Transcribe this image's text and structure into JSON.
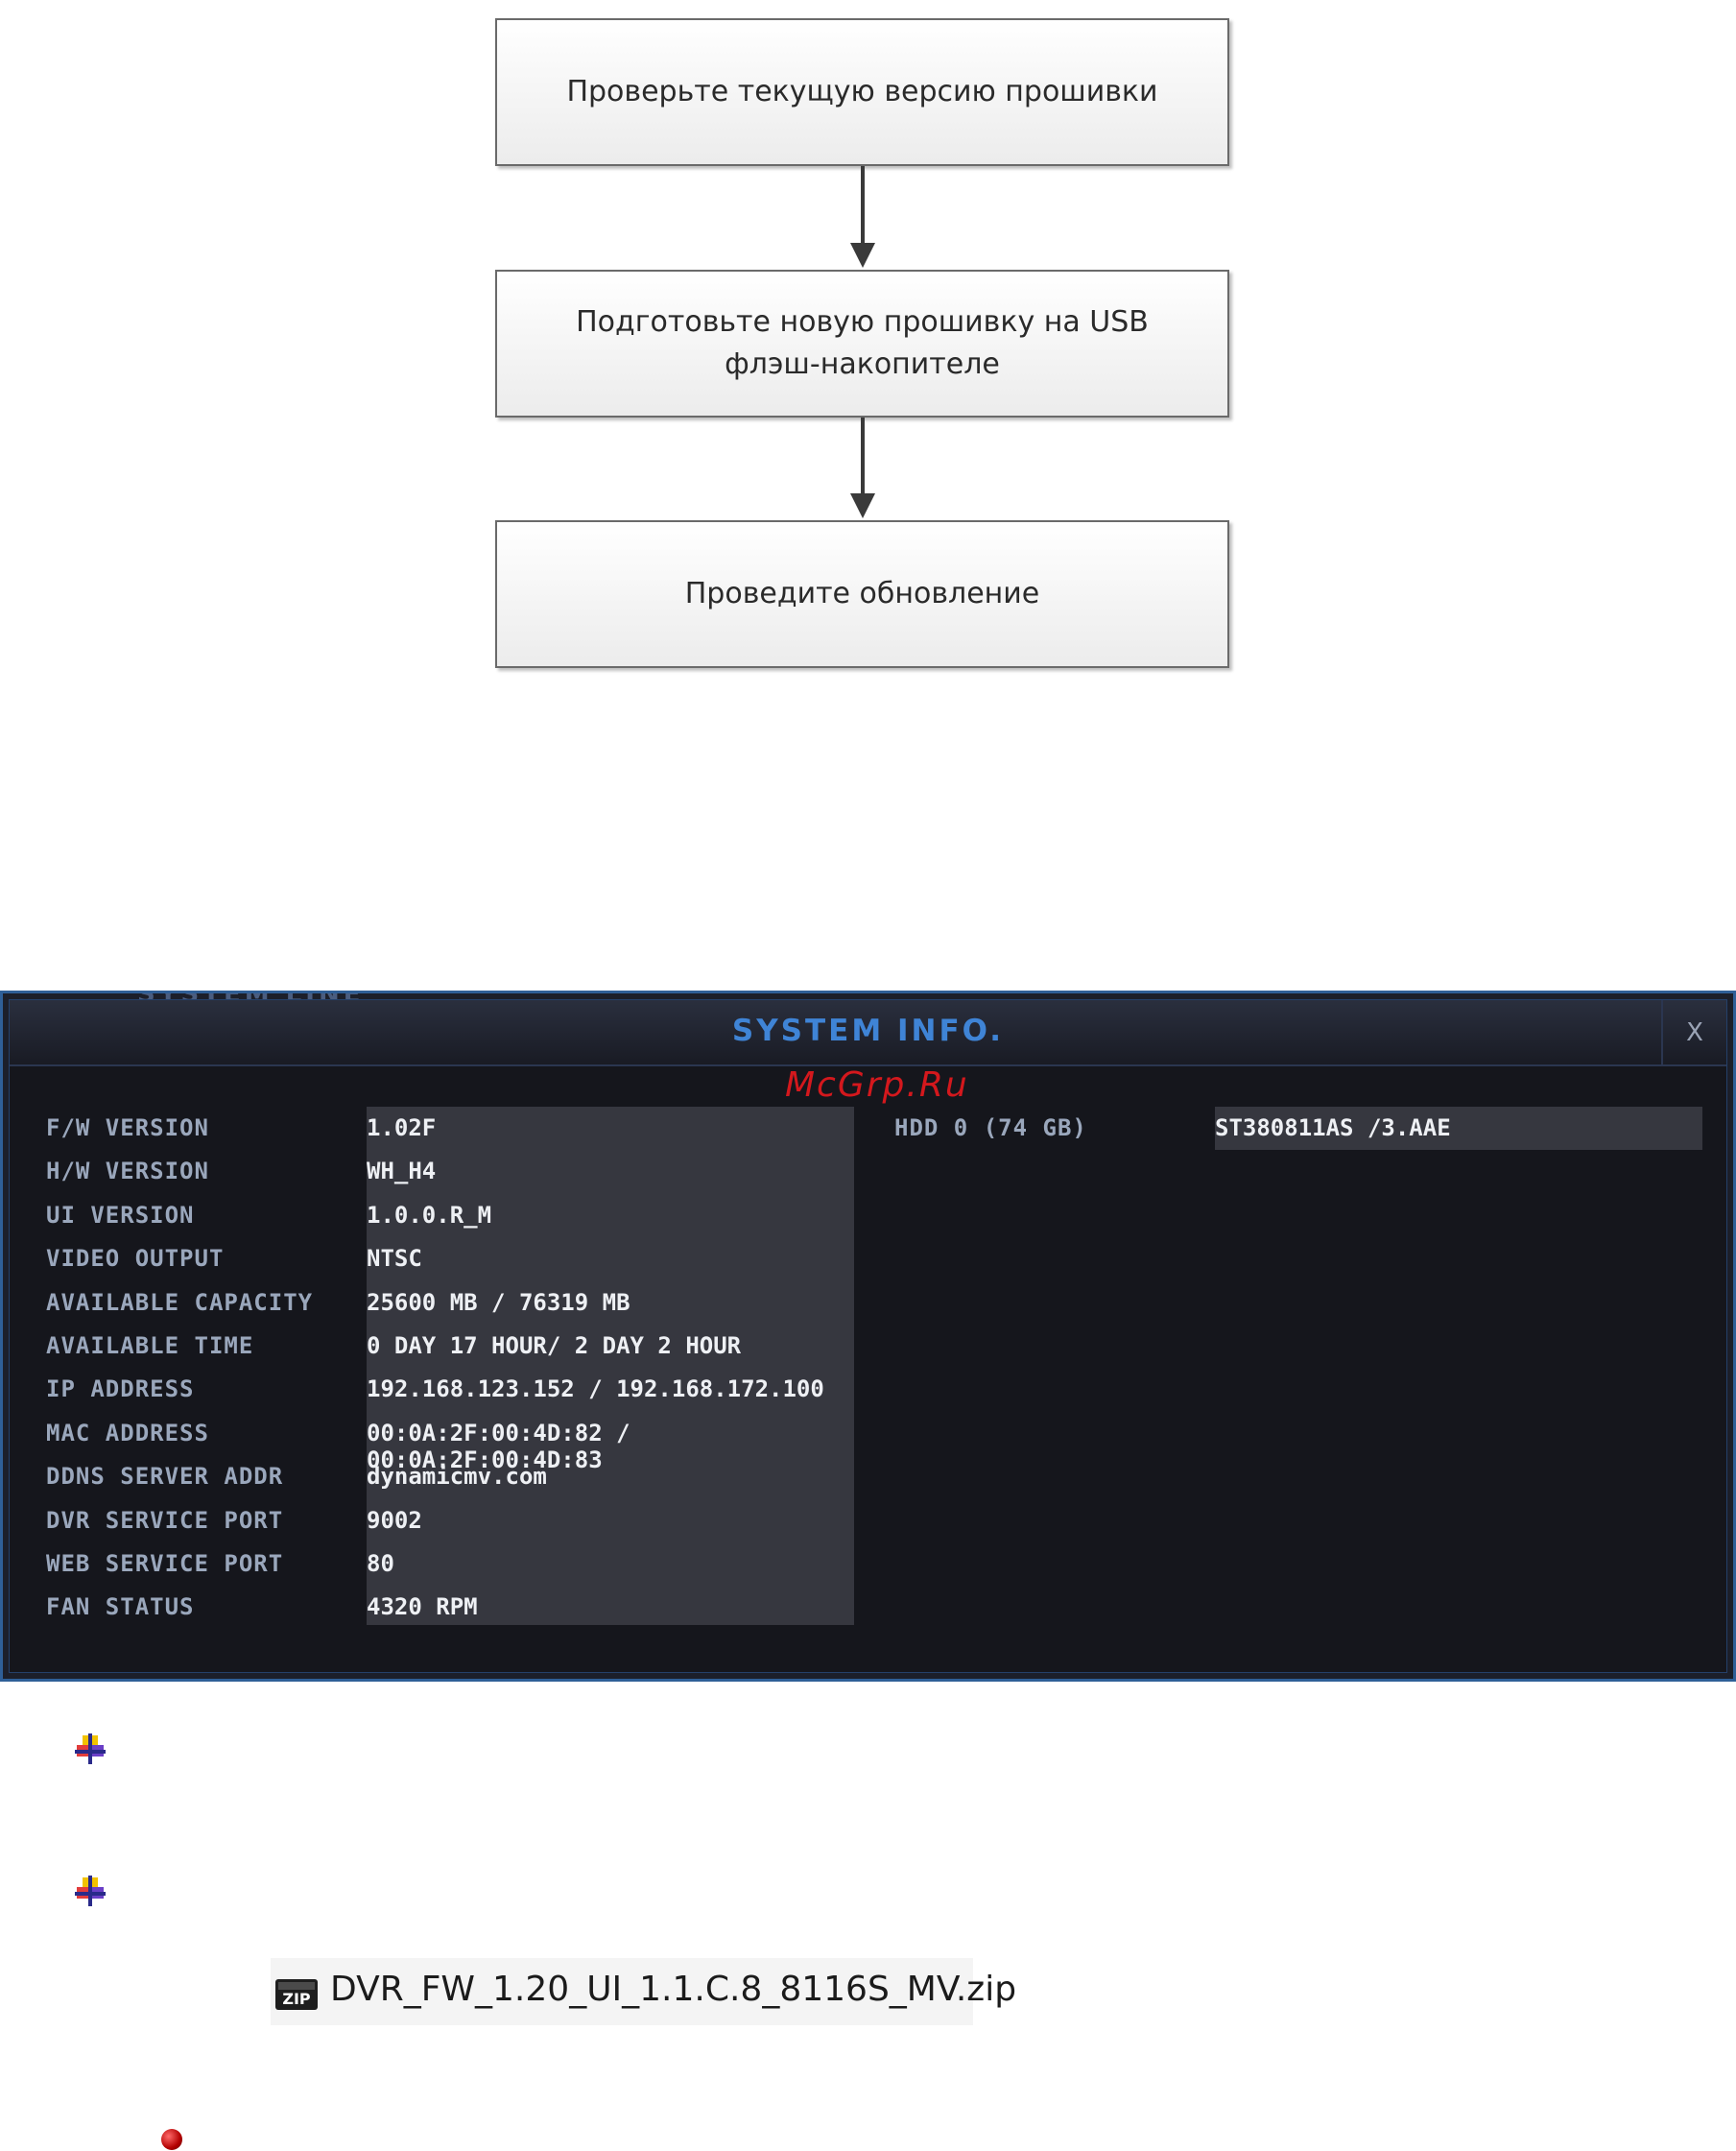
{
  "flowchart": {
    "steps": [
      "Проверьте текущую версию прошивки",
      "Подготовьте новую прошивку на USB флэш-накопителе",
      "Проведите обновление"
    ]
  },
  "system_info": {
    "background_text": "SYSTEM LINE",
    "title": "SYSTEM INFO.",
    "close_label": "X",
    "watermark": "McGrp.Ru",
    "rows": [
      {
        "label": "F/W VERSION",
        "value": "1.02F"
      },
      {
        "label": "H/W VERSION",
        "value": "WH_H4"
      },
      {
        "label": "UI VERSION",
        "value": "1.0.0.R_M"
      },
      {
        "label": "VIDEO OUTPUT",
        "value": "NTSC"
      },
      {
        "label": "AVAILABLE CAPACITY",
        "value": "25600 MB / 76319 MB"
      },
      {
        "label": "AVAILABLE TIME",
        "value": "0 DAY 17 HOUR/ 2 DAY 2 HOUR"
      },
      {
        "label": "IP ADDRESS",
        "value": "192.168.123.152 / 192.168.172.100"
      },
      {
        "label": "MAC ADDRESS",
        "value": "00:0A:2F:00:4D:82 / 00:0A:2F:00:4D:83"
      },
      {
        "label": "DDNS SERVER ADDR",
        "value": "dynamicmv.com"
      },
      {
        "label": "DVR SERVICE PORT",
        "value": "9002"
      },
      {
        "label": "WEB SERVICE PORT",
        "value": "80"
      },
      {
        "label": "FAN STATUS",
        "value": "4320 RPM"
      }
    ],
    "hdd": {
      "label": "HDD 0 (74 GB)",
      "value": "ST380811AS /3.AAE"
    }
  },
  "files": {
    "zip_icon_text": "ZIP",
    "zip_name": "DVR_FW_1.20_UI_1.1.C.8_8116S_MV.zip"
  },
  "colors": {
    "panel_border": "#2f5f97",
    "title": "#3f84d6",
    "watermark": "#d4181d"
  },
  "icons": [
    "arrow-down-icon",
    "bullet-cross-icon",
    "zip-archive-icon",
    "red-bullet-icon",
    "close-icon"
  ]
}
